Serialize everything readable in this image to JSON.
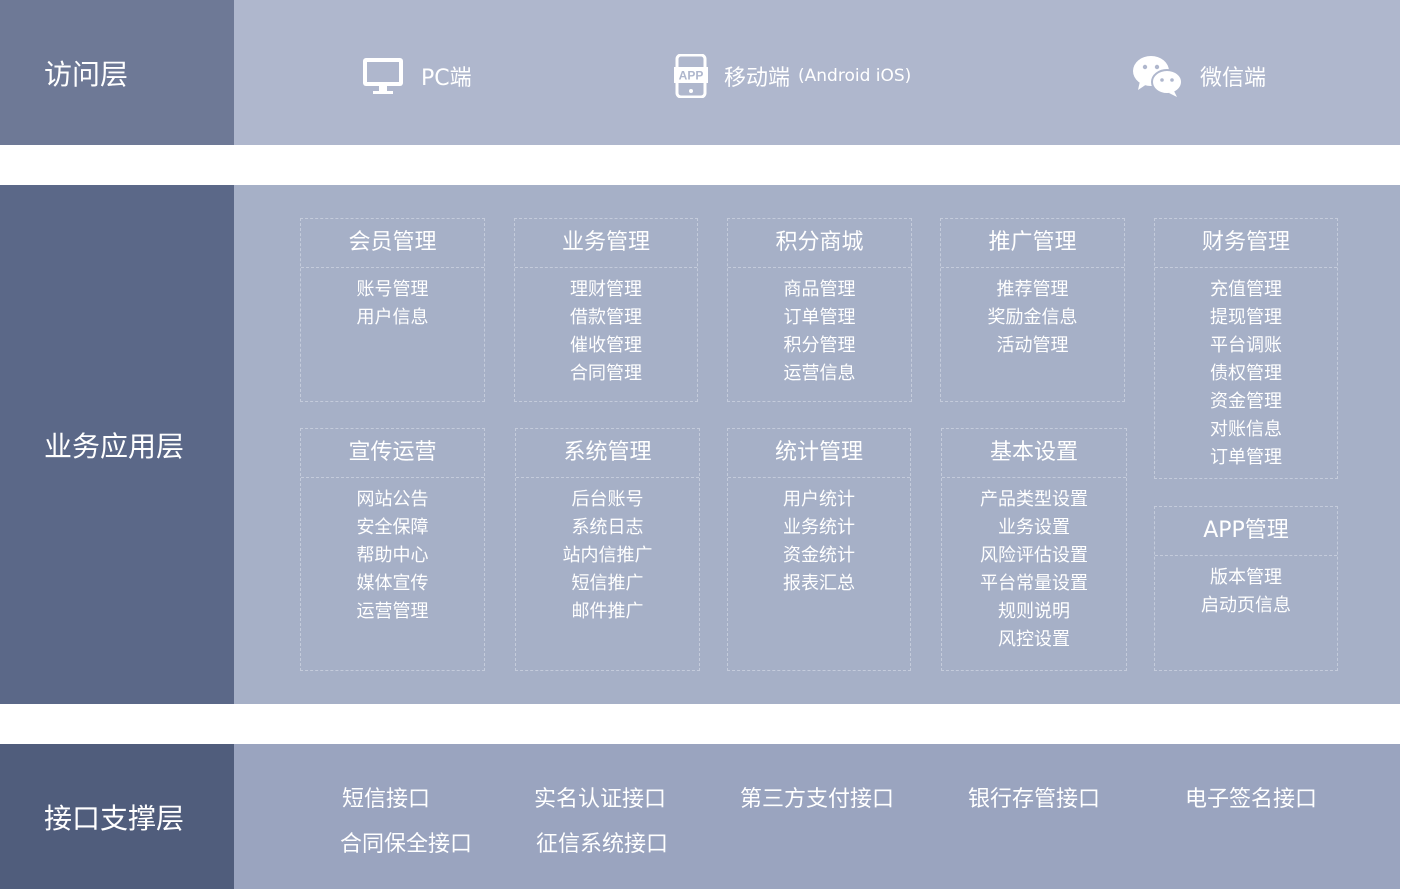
{
  "layers": {
    "access": {
      "label": "访问层"
    },
    "business": {
      "label": "业务应用层"
    },
    "interface": {
      "label": "接口支撑层"
    }
  },
  "access_items": {
    "pc": {
      "label": "PC端",
      "icon": "monitor-icon"
    },
    "mobile": {
      "label": "移动端",
      "sub": "(Android iOS)",
      "icon": "app-phone-icon",
      "icon_text": "APP"
    },
    "wechat": {
      "label": "微信端",
      "icon": "wechat-icon"
    }
  },
  "modules": [
    {
      "title": "会员管理",
      "items": [
        "账号管理",
        "用户信息"
      ]
    },
    {
      "title": "业务管理",
      "items": [
        "理财管理",
        "借款管理",
        "催收管理",
        "合同管理"
      ]
    },
    {
      "title": "积分商城",
      "items": [
        "商品管理",
        "订单管理",
        "积分管理",
        "运营信息"
      ]
    },
    {
      "title": "推广管理",
      "items": [
        "推荐管理",
        "奖励金信息",
        "活动管理"
      ]
    },
    {
      "title": "财务管理",
      "items": [
        "充值管理",
        "提现管理",
        "平台调账",
        "债权管理",
        "资金管理",
        "对账信息",
        "订单管理"
      ]
    },
    {
      "title": "宣传运营",
      "items": [
        "网站公告",
        "安全保障",
        "帮助中心",
        "媒体宣传",
        "运营管理"
      ]
    },
    {
      "title": "系统管理",
      "items": [
        "后台账号",
        "系统日志",
        "站内信推广",
        "短信推广",
        "邮件推广"
      ]
    },
    {
      "title": "统计管理",
      "items": [
        "用户统计",
        "业务统计",
        "资金统计",
        "报表汇总"
      ]
    },
    {
      "title": "基本设置",
      "items": [
        "产品类型设置",
        "业务设置",
        "风险评估设置",
        "平台常量设置",
        "规则说明",
        "风控设置"
      ]
    },
    {
      "title": "APP管理",
      "items": [
        "版本管理",
        "启动页信息"
      ]
    }
  ],
  "interfaces": [
    "短信接口",
    "实名认证接口",
    "第三方支付接口",
    "银行存管接口",
    "电子签名接口",
    "合同保全接口",
    "征信系统接口"
  ],
  "colors": {
    "access_label_bg": "#6e7996",
    "access_bg": "#afb7cd",
    "business_label_bg": "#5b6888",
    "business_bg": "#a6b0c7",
    "interface_label_bg": "#505d7c",
    "interface_bg": "#9aa4bf"
  }
}
